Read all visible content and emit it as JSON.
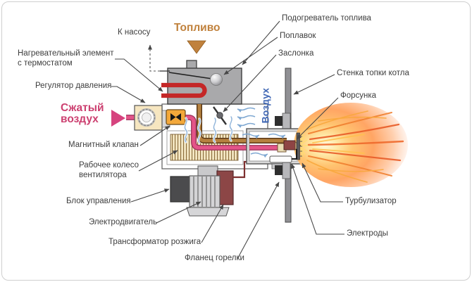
{
  "labels": {
    "to_pump": "К насосу",
    "fuel": "Топливо",
    "fuel_preheater": "Подогреватель топлива",
    "float": "Поплавок",
    "damper": "Заслонка",
    "boiler_wall": "Стенка топки котла",
    "nozzle": "Форсунка",
    "heating_element": "Нагревательный элемент\nс термостатом",
    "pressure_regulator": "Регулятор давления",
    "compressed_air": "Сжатый\nвоздух",
    "magnetic_valve": "Магнитный клапан",
    "fan_wheel": "Рабочее колесо\nвентилятора",
    "control_unit": "Блок управления",
    "electric_motor": "Электродвигатель",
    "ignition_transformer": "Трансформатор розжига",
    "burner_flange": "Фланец горелки",
    "turbulator": "Турбулизатор",
    "electrodes": "Электроды",
    "air": "Воздух"
  },
  "colors": {
    "fuel_text": "#c0813c",
    "compressed_air_text": "#cc4070",
    "air_text": "#4168b5",
    "heater_red": "#c42727",
    "pipe_pink": "#e45488",
    "pipe_brown": "#b5813f",
    "valve_orange": "#f3a83a",
    "tank_gray": "#a9a9ab",
    "flame_core": "#fff8dc",
    "flame_mid": "#ffa564",
    "transformer_maroon": "#8c4646"
  }
}
